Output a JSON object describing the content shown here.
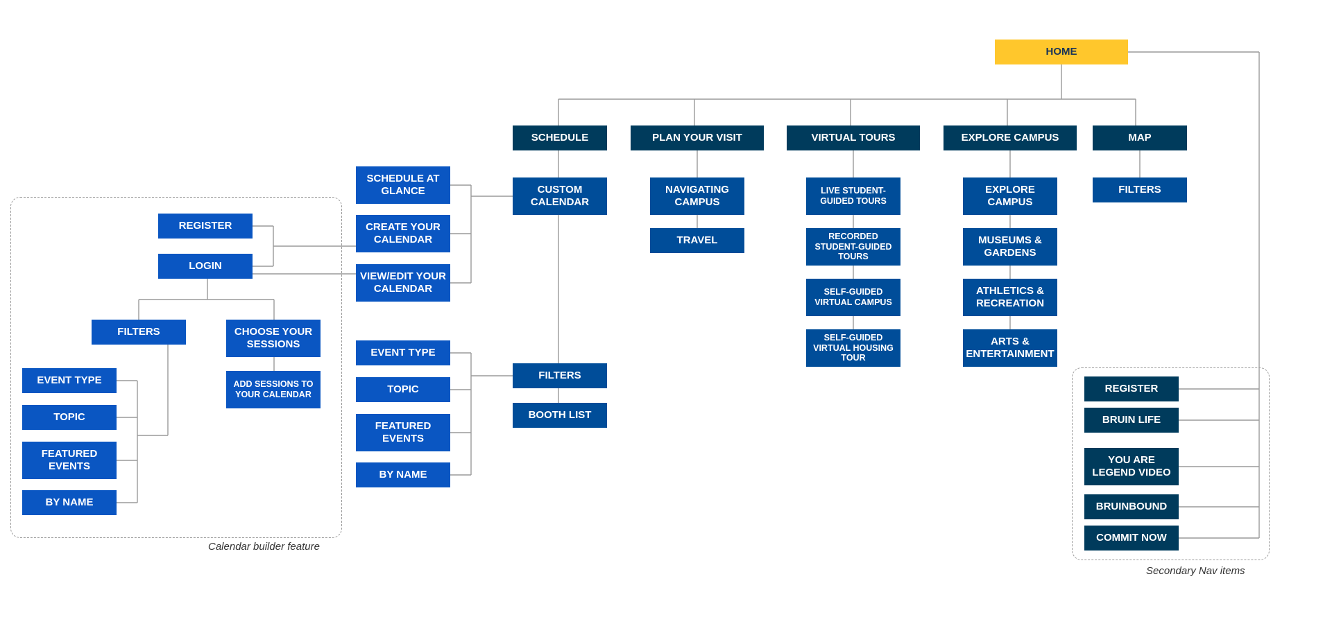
{
  "sitemap": {
    "home": "HOME",
    "primary": {
      "schedule": "SCHEDULE",
      "plan_your_visit": "PLAN YOUR VISIT",
      "virtual_tours": "VIRTUAL TOURS",
      "explore_campus": "EXPLORE CAMPUS",
      "map": "MAP"
    },
    "schedule": {
      "custom_calendar": "CUSTOM\nCALENDAR",
      "filters": "FILTERS",
      "booth_list": "BOOTH LIST"
    },
    "custom_calendar_children": {
      "schedule_at_glance": "SCHEDULE AT\nGLANCE",
      "create_your_calendar": "CREATE YOUR\nCALENDAR",
      "view_edit_your_calendar": "VIEW/EDIT YOUR\nCALENDAR"
    },
    "schedule_filters": {
      "event_type": "EVENT TYPE",
      "topic": "TOPIC",
      "featured_events": "FEATURED\nEVENTS",
      "by_name": "BY NAME"
    },
    "plan_your_visit": {
      "navigating_campus": "NAVIGATING\nCAMPUS",
      "travel": "TRAVEL"
    },
    "virtual_tours": {
      "live_tours": "LIVE STUDENT-\nGUIDED TOURS",
      "recorded_tours": "RECORDED\nSTUDENT-GUIDED\nTOURS",
      "self_guided_campus": "SELF-GUIDED\nVIRTUAL CAMPUS",
      "self_guided_housing": "SELF-GUIDED\nVIRTUAL HOUSING\nTOUR"
    },
    "explore_campus": {
      "explore_campus": "EXPLORE\nCAMPUS",
      "museums_gardens": "MUSEUMS &\nGARDENS",
      "athletics_recreation": "ATHLETICS &\nRECREATION",
      "arts_entertainment": "ARTS &\nENTERTAINMENT"
    },
    "map": {
      "filters": "FILTERS"
    },
    "calendar_builder": {
      "caption": "Calendar builder feature",
      "register": "REGISTER",
      "login": "LOGIN",
      "filters": "FILTERS",
      "choose_your_sessions": "CHOOSE YOUR\nSESSIONS",
      "add_sessions": "ADD SESSIONS TO\nYOUR CALENDAR",
      "event_type": "EVENT TYPE",
      "topic": "TOPIC",
      "featured_events": "FEATURED\nEVENTS",
      "by_name": "BY NAME"
    },
    "secondary_nav": {
      "caption": "Secondary Nav items",
      "register": "REGISTER",
      "bruin_life": "BRUIN LIFE",
      "legend_video": "YOU ARE\nLEGEND VIDEO",
      "bruinbound": "BRUINBOUND",
      "commit_now": "COMMIT NOW"
    }
  },
  "colors": {
    "home": "#FFC72C",
    "primary": "#003B5C",
    "level2": "#004D99",
    "light": "#0A56C2",
    "connector": "#9a9a9a",
    "dashed_border": "#9a9a9a"
  }
}
